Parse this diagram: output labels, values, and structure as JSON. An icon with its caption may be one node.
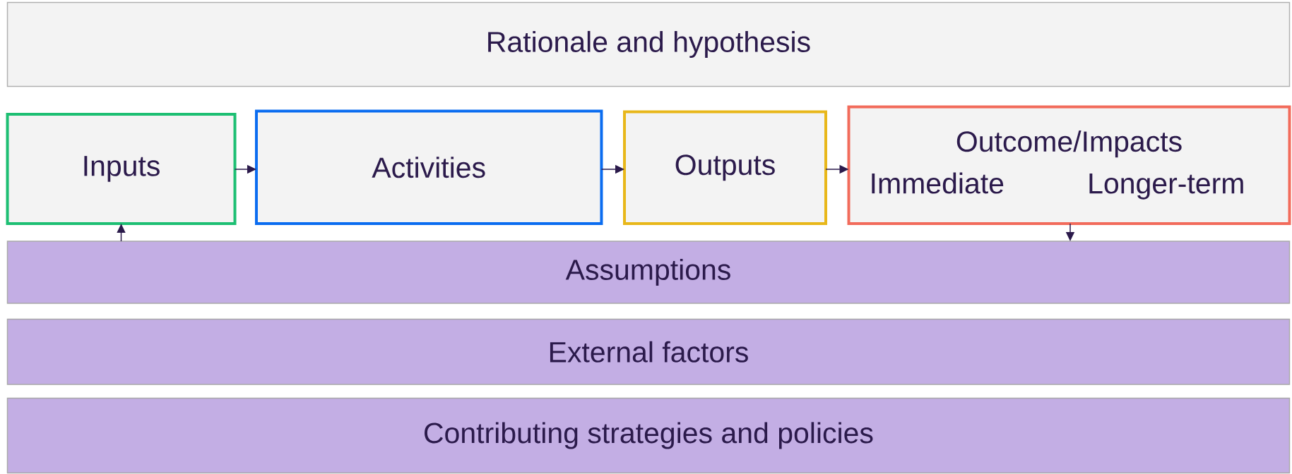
{
  "diagram": {
    "nodes": [
      {
        "text": [
          "Rationale and hypothesis"
        ]
      },
      {
        "text": [
          "Inputs"
        ]
      },
      {
        "text": [
          "Activities"
        ]
      },
      {
        "text": [
          "Outputs"
        ]
      },
      {
        "text": [
          "Outcome/Impacts",
          "Immediate",
          "Longer-term"
        ]
      },
      {
        "text": [
          "Assumptions"
        ]
      },
      {
        "text": [
          "External factors"
        ]
      },
      {
        "text": [
          "Contributing strategies and policies"
        ]
      }
    ],
    "edges": [
      {
        "from": 1,
        "to": 2,
        "arrow": "to"
      },
      {
        "from": 2,
        "to": 3,
        "arrow": "to"
      },
      {
        "from": 3,
        "to": 4,
        "arrow": "to"
      },
      {
        "from": 5,
        "to": 1,
        "arrow": "to"
      },
      {
        "from": 4,
        "to": 5,
        "arrow": "to"
      }
    ]
  }
}
